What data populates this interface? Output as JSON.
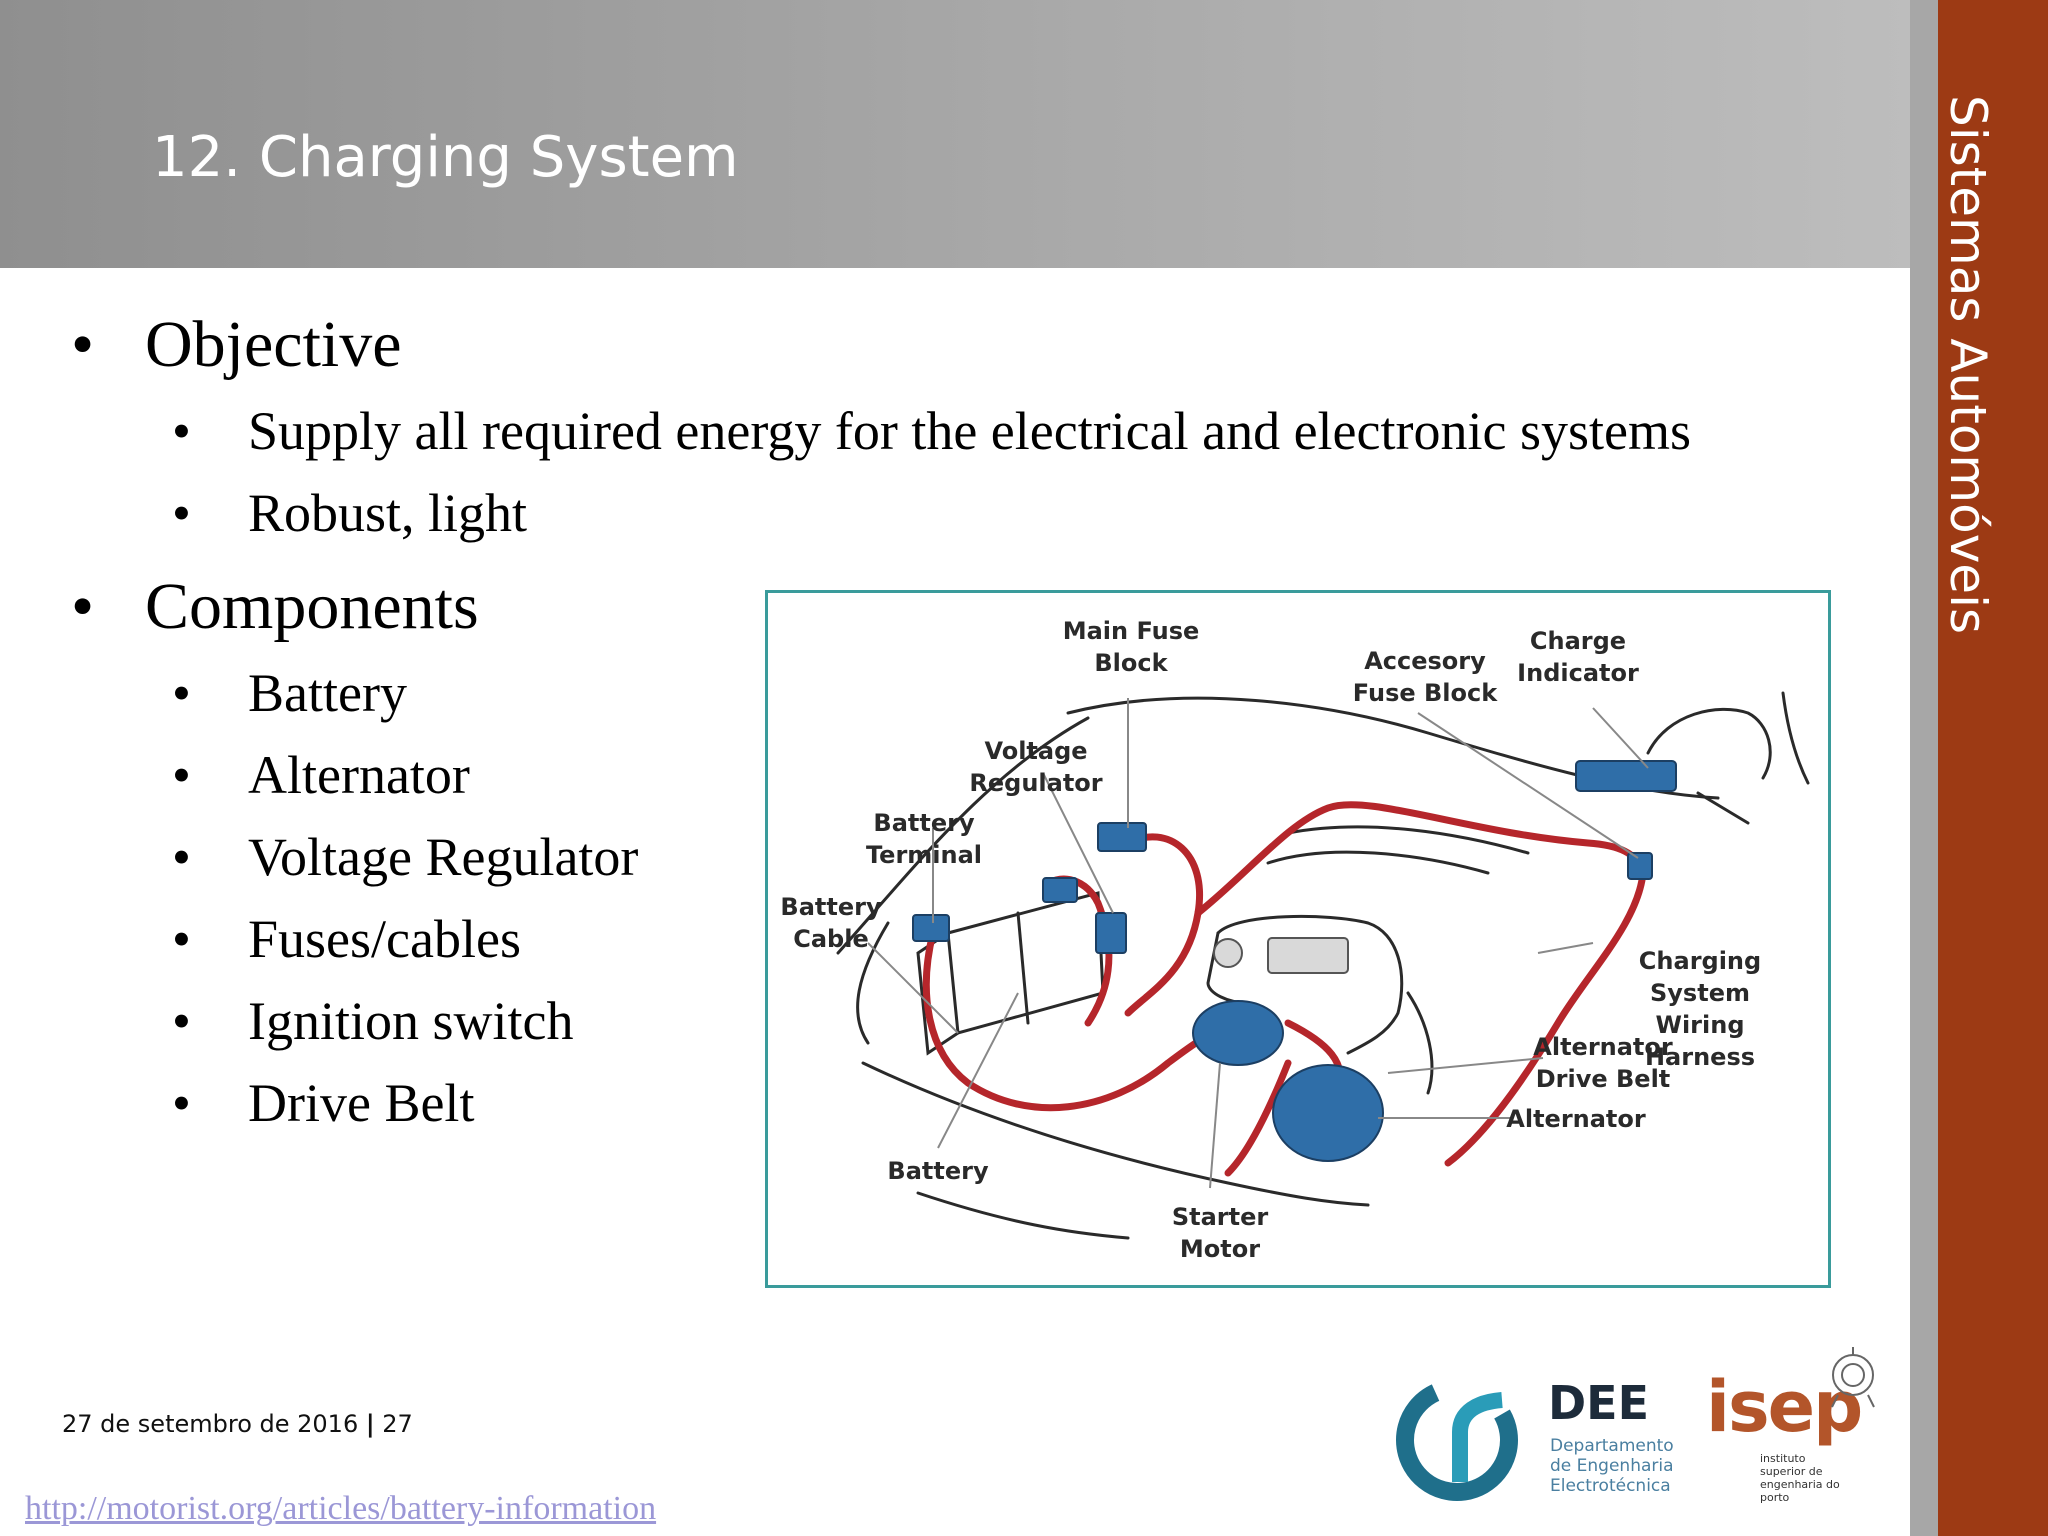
{
  "header": {
    "title": "12. Charging System"
  },
  "sidebar": {
    "label": "Sistemas Automóveis"
  },
  "bullet_symbol": "•",
  "content": {
    "objective": {
      "heading": "Objective",
      "items": [
        "Supply all required energy for the electrical and electronic systems",
        "Robust, light"
      ]
    },
    "components": {
      "heading": "Components",
      "items": [
        "Battery",
        "Alternator",
        "Voltage Regulator",
        "Fuses/cables",
        "Ignition switch",
        "Drive Belt"
      ]
    }
  },
  "figure": {
    "labels": {
      "main_fuse_block": "Main Fuse\nBlock",
      "accesory_fuse_block": "Accesory\nFuse Block",
      "charge_indicator": "Charge\nIndicator",
      "voltage_regulator": "Voltage\nRegulator",
      "battery_terminal": "Battery\nTerminal",
      "battery_cable": "Battery\nCable",
      "charging_harness": "Charging System\nWiring Harness",
      "alternator_drive_belt": "Alternator\nDrive Belt",
      "alternator": "Alternator",
      "battery": "Battery",
      "starter_motor": "Starter\nMotor"
    }
  },
  "footer": {
    "date": "27 de setembro de 2016",
    "separator": "|",
    "page": "27",
    "source_url": "http://motorist.org/articles/battery-information"
  },
  "logos": {
    "dee": {
      "title": "DEE",
      "subtitle": "Departamento\nde Engenharia\nElectrotécnica"
    },
    "isep": {
      "word": "isep",
      "subtitle": "instituto\nsuperior de\nengenharia do\nporto"
    }
  },
  "colors": {
    "header_gray": "#a9a9a9",
    "side_band": "#9d3a14",
    "figure_border": "#3a9b9b",
    "wire_red": "#b5262b",
    "component_blue": "#2f6ea8",
    "link": "#9b97d6"
  }
}
